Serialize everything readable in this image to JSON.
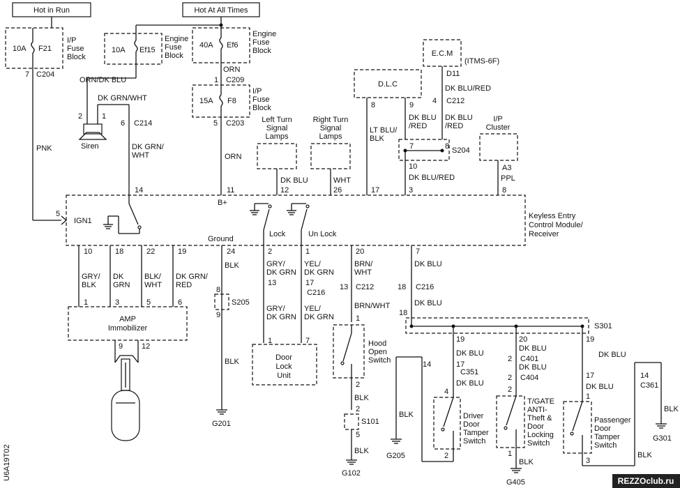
{
  "headers": {
    "hot_in_run": "Hot in Run",
    "hot_at_all_times": "Hot At All Times"
  },
  "fuses": {
    "f21": {
      "rating": "10A",
      "name": "F21",
      "block": [
        "I/P",
        "Fuse",
        "Block"
      ]
    },
    "ef15": {
      "rating": "10A",
      "name": "Ef15",
      "block": [
        "Engine",
        "Fuse",
        "Block"
      ]
    },
    "ef6": {
      "rating": "40A",
      "name": "Ef6",
      "block": [
        "Engine",
        "Fuse",
        "Block"
      ]
    },
    "f8": {
      "rating": "15A",
      "name": "F8",
      "block": [
        "I/P",
        "Fuse",
        "Block"
      ]
    }
  },
  "components": {
    "ecm": "E.C.M",
    "ecm_note": "(ITMS-6F)",
    "dlc": "D.L.C",
    "siren": "Siren",
    "left_turn": [
      "Left Turn",
      "Signal",
      "Lamps"
    ],
    "right_turn": [
      "Right Turn",
      "Signal",
      "Lamps"
    ],
    "ip_cluster": [
      "I/P",
      "Cluster"
    ],
    "module": [
      "Keyless Entry",
      "Control Module/",
      "Receiver"
    ],
    "amp": [
      "AMP",
      "Immobilizer"
    ],
    "door_lock_unit": [
      "Door",
      "Lock",
      "Unit"
    ],
    "hood_switch": [
      "Hood",
      "Open",
      "Switch"
    ],
    "driver_switch": [
      "Driver",
      "Door",
      "Tamper",
      "Switch"
    ],
    "tgate_switch": [
      "T/GATE",
      "ANTI-",
      "Theft &",
      "Door",
      "Locking",
      "Switch"
    ],
    "pass_switch": [
      "Passenger",
      "Door",
      "Tamper",
      "Switch"
    ],
    "lock": "Lock",
    "unlock": "Un Lock",
    "ground_label": "Ground",
    "bplus": "B+",
    "ign1": "IGN1"
  },
  "connectors": {
    "c204": "C204",
    "c209": "C209",
    "c203": "C203",
    "c214": "C214",
    "c212": "C212",
    "c216": "C216",
    "c351": "C351",
    "c401": "C401",
    "c404": "C404",
    "c361": "C361",
    "s204": "S204",
    "s205": "S205",
    "s101": "S101",
    "s301": "S301"
  },
  "pins": {
    "f21_7": "7",
    "ef6_1": "1",
    "f8_5": "5",
    "siren_2": "2",
    "siren_1": "1",
    "c214_6": "6",
    "d11": "D11",
    "c212_4": "4",
    "dlc_8": "8",
    "dlc_9": "9",
    "s204_7": "7",
    "s204_8": "8",
    "s204_10": "10",
    "a3": "A3",
    "m5": "5",
    "m14": "14",
    "m11": "11",
    "m12": "12",
    "m26": "26",
    "m17": "17",
    "m3": "3",
    "m8": "8",
    "m10": "10",
    "m18": "18",
    "m22": "22",
    "m19": "19",
    "m24": "24",
    "m2": "2",
    "m1": "1",
    "m20": "20",
    "m7": "7",
    "amp1": "1",
    "amp3": "3",
    "amp5": "5",
    "amp6": "6",
    "amp9": "9",
    "amp12": "12",
    "s205_8": "8",
    "s205_9": "9",
    "c216_13": "13",
    "c216_17": "17",
    "dl1": "1",
    "dl7": "7",
    "c212_13": "13",
    "hood1": "1",
    "hood2": "2",
    "s101_2": "2",
    "s101_5": "5",
    "c216_18": "18",
    "s301_18": "18",
    "s301_19a": "19",
    "s301_20": "20",
    "s301_19b": "19",
    "c351_14": "14",
    "c351_17": "17",
    "drv4": "4",
    "drv2": "2",
    "c401_2": "2",
    "c404_2": "2",
    "tg2": "2",
    "tg1": "1",
    "c361_17": "17",
    "c361_14": "14",
    "ps1": "1",
    "ps3": "3"
  },
  "wires": {
    "orn_dkblu": "ORN/DK BLU",
    "orn": "ORN",
    "orn2": "ORN",
    "dkgrn_wht": "DK GRN/WHT",
    "dkgrn_wht2": [
      "DK GRN/",
      "WHT"
    ],
    "pnk": "PNK",
    "dkblu_red": "DK BLU/RED",
    "dkblu_red_a": [
      "DK BLU",
      "/RED"
    ],
    "dkblu_red_b": [
      "DK BLU",
      "/RED"
    ],
    "ltblu_blk": [
      "LT BLU/",
      "BLK"
    ],
    "dk_blu": "DK BLU",
    "wht": "WHT",
    "ppl": "PPL",
    "dkblu_red_m": "DK BLU/RED",
    "gry_blk": [
      "GRY/",
      "BLK"
    ],
    "dk_grn": [
      "DK",
      "GRN"
    ],
    "blk_wht": [
      "BLK/",
      "WHT"
    ],
    "dkgrn_red": [
      "DK GRN/",
      "RED"
    ],
    "blk_24": "BLK",
    "gry_dkgrn": [
      "GRY/",
      "DK GRN"
    ],
    "yel_dkgrn": [
      "YEL/",
      "DK GRN"
    ],
    "gry_dkgrn2": [
      "GRY/",
      "DK GRN"
    ],
    "yel_dkgrn2": [
      "YEL/",
      "DK GRN"
    ],
    "brn_wht": [
      "BRN/",
      "WHT"
    ],
    "brn_wht2": "BRN/WHT",
    "dk_blu_7": "DK BLU",
    "dk_blu_7b": "DK BLU",
    "blk_s205": "BLK",
    "blk_hood": "BLK",
    "blk_g102": "BLK",
    "dkblu_19a": "DK BLU",
    "dkblu_drv": "DK BLU",
    "dkblu_20a": "DK BLU",
    "dkblu_20b": "DK BLU",
    "dkblu_19b": "DK BLU",
    "dkblu_ps": "DK BLU",
    "blk_g205": "BLK",
    "blk_tg": "BLK",
    "blk_g301": "BLK",
    "blk_ps": "BLK"
  },
  "grounds": {
    "g201": "G201",
    "g102": "G102",
    "g205": "G205",
    "g405": "G405",
    "g301": "G301"
  },
  "figure_id": "U6A19T02",
  "watermark": "REZZOclub.ru"
}
